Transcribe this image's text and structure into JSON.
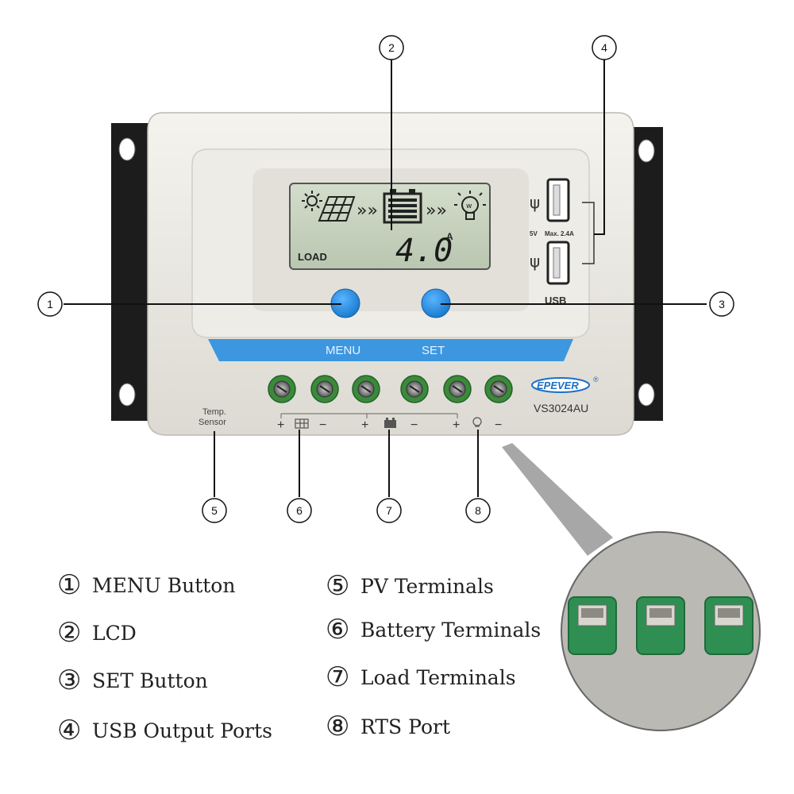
{
  "lcd": {
    "value": "4.0",
    "unit": "A",
    "mode": "LOAD"
  },
  "buttons": {
    "menu": "MENU",
    "set": "SET"
  },
  "usb": {
    "spec_left": "5V",
    "spec_right": "Max. 2.4A",
    "label": "USB"
  },
  "brand": {
    "logo": "EPEVER",
    "registered": "®",
    "model": "VS3024AU"
  },
  "temp_sensor": {
    "line1": "Temp.",
    "line2": "Sensor"
  },
  "terminal_signs": {
    "plus": "+",
    "minus": "−"
  },
  "callouts": [
    "1",
    "2",
    "3",
    "4",
    "5",
    "6",
    "7",
    "8"
  ],
  "legend_left": [
    {
      "num": "①",
      "text": "MENU Button"
    },
    {
      "num": "②",
      "text": "LCD"
    },
    {
      "num": "③",
      "text": "SET Button"
    },
    {
      "num": "④",
      "text": "USB Output Ports"
    }
  ],
  "legend_right": [
    {
      "num": "⑤",
      "text": "PV Terminals"
    },
    {
      "num": "⑥",
      "text": "Battery Terminals"
    },
    {
      "num": "⑦",
      "text": "Load Terminals"
    },
    {
      "num": "⑧",
      "text": "RTS Port"
    }
  ],
  "colors": {
    "body": "#e9e7df",
    "bracket": "#1c1c1c",
    "lcd": "#c7d3bf",
    "button_blue": "#1f8fe6",
    "stripe_blue": "#3c97e0",
    "terminal_green": "#3a8a3a",
    "logo_blue": "#1e6fc4"
  }
}
